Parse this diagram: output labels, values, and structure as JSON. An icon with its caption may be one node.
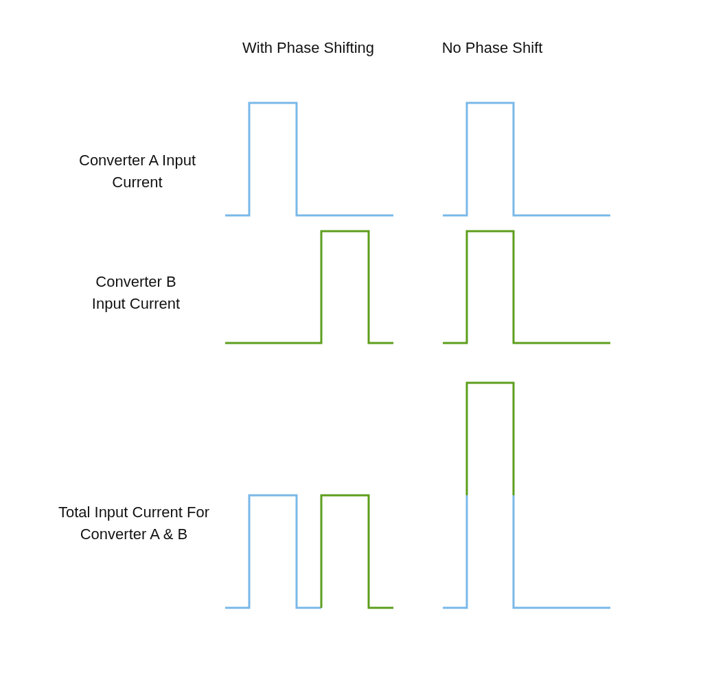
{
  "diagram": {
    "labels": [
      "With Phase Shifting",
      "No Phase Shift",
      "Converter A Input Current",
      "Converter B Input Current",
      "Total Input Current For Converter A & B"
    ]
  }
}
